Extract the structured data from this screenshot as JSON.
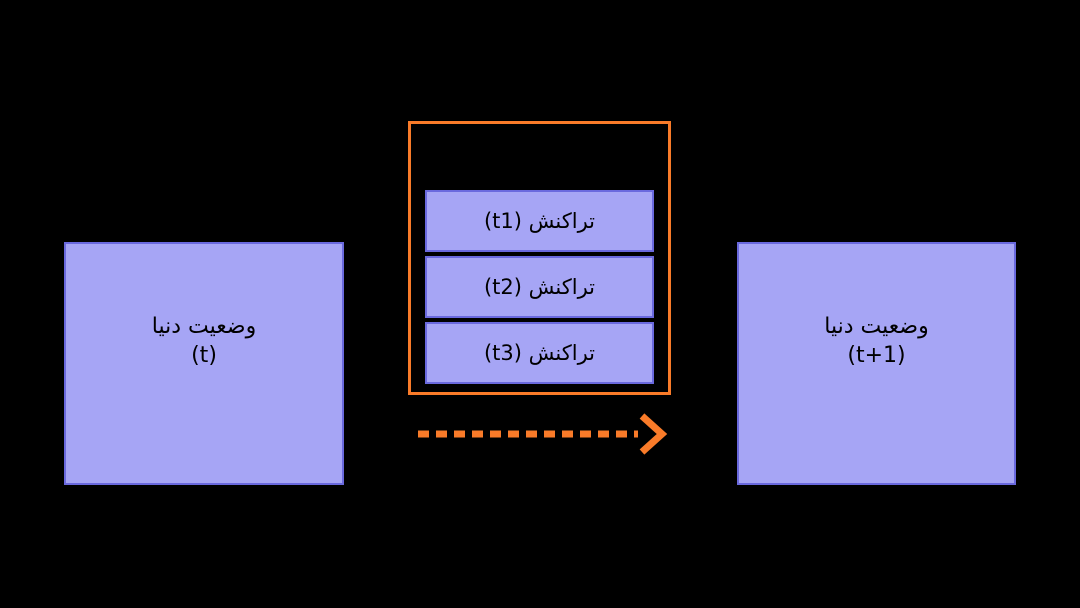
{
  "diagram": {
    "title": "World state transition via transactions",
    "background_color": "#000000",
    "palette": {
      "box_fill": "#A6A5F5",
      "box_border": "#6A69DE",
      "accent_orange": "#F97B29",
      "text_color": "#000000"
    },
    "states": {
      "before": {
        "name": "وضعیت دنیا",
        "time": "(t)",
        "label": "وضعیت دنیا\n(t)"
      },
      "after": {
        "name": "وضعیت دنیا",
        "time": "(t+1)",
        "label": "وضعیت دنیا\n(t+1)"
      }
    },
    "transactions": {
      "container_border_color": "#F97B29",
      "items": [
        {
          "label": "تراکنش (t1)",
          "name": "تراکنش",
          "time": "(t1)"
        },
        {
          "label": "تراکنش (t2)",
          "name": "تراکنش",
          "time": "(t2)"
        },
        {
          "label": "تراکنش (t3)",
          "name": "تراکنش",
          "time": "(t3)"
        }
      ]
    },
    "arrow": {
      "style": "dashed",
      "color": "#F97B29",
      "direction": "left-to-right",
      "head": "chevron",
      "label": ""
    }
  }
}
